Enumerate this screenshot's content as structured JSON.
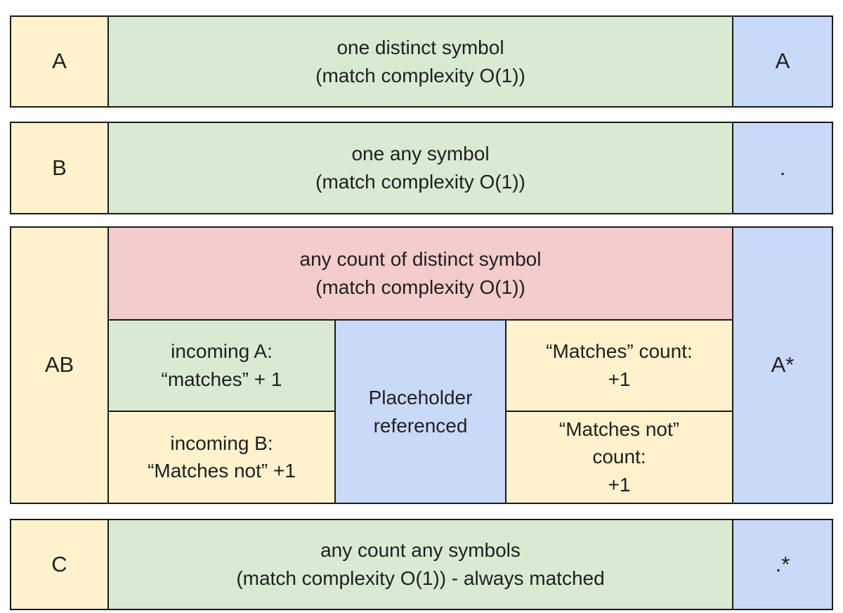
{
  "colors": {
    "label_bg": "#fff2cc",
    "desc_bg": "#d9ead3",
    "regex_bg": "#c9daf8",
    "header_bg": "#f4cccc",
    "border": "#1a1a1a",
    "text": "#1f1f1f",
    "canvas_bg": "#ffffff"
  },
  "nodes": {
    "a": {
      "label": "A",
      "description": "one distinct symbol\n(match complexity O(1))",
      "regex": "A"
    },
    "b": {
      "label": "B",
      "description": "one any symbol\n(match complexity O(1))",
      "regex": "."
    },
    "ab": {
      "label": "AB",
      "header": "any count of distinct symbol\n(match complexity O(1))",
      "incoming_a": "incoming A:\n“matches” + 1",
      "incoming_b": "incoming B:\n“Matches not” +1",
      "placeholder": "Placeholder\nreferenced",
      "matches_count": "“Matches” count:\n+1",
      "matches_not_count": "“Matches not”\ncount:\n+1",
      "regex": "A*"
    },
    "c": {
      "label": "C",
      "description": "any count any symbols\n(match complexity O(1)) - always matched",
      "regex": ".*"
    }
  }
}
